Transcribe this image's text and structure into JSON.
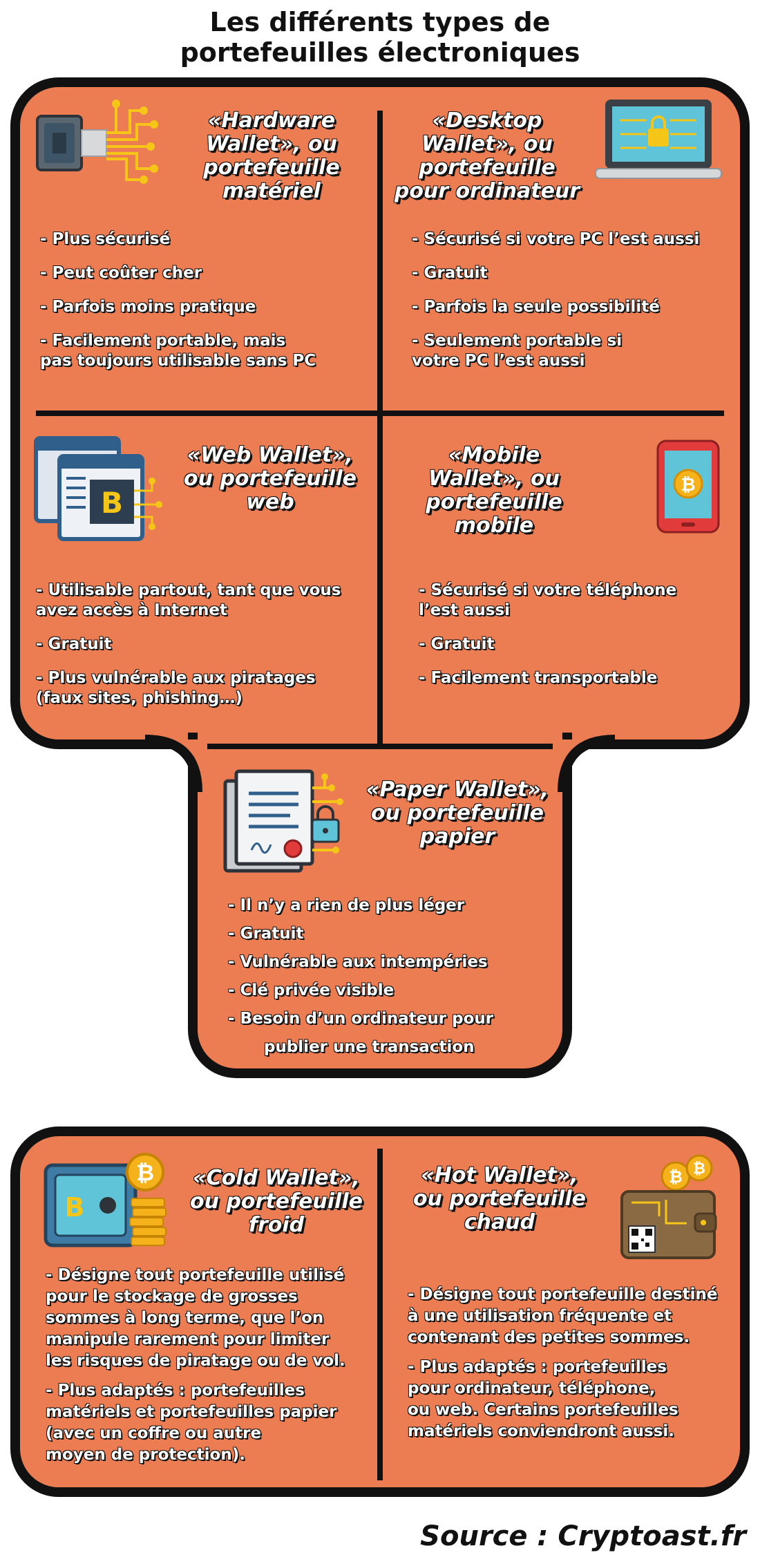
{
  "title": [
    "Les différents types de",
    "portefeuilles électroniques"
  ],
  "colors": {
    "card": "#ec7d52",
    "border": "#111111",
    "text": "#ffffff"
  },
  "sections": {
    "hardware": {
      "icon": "hardware-wallet-chip-icon",
      "heading": [
        "«Hardware",
        "Wallet», ou",
        "portefeuille",
        "matériel"
      ],
      "bullets": [
        [
          "- Plus sécurisé"
        ],
        [
          "- Peut coûter cher"
        ],
        [
          "- Parfois moins pratique"
        ],
        [
          "- Facilement portable, mais",
          "pas toujours utilisable sans PC"
        ]
      ]
    },
    "desktop": {
      "icon": "laptop-lock-icon",
      "heading": [
        "«Desktop",
        "Wallet», ou",
        "portefeuille",
        "pour ordinateur"
      ],
      "bullets": [
        [
          "- Sécurisé si votre PC l’est aussi"
        ],
        [
          "- Gratuit"
        ],
        [
          "- Parfois la seule possibilité"
        ],
        [
          "- Seulement portable si",
          "votre PC l’est aussi"
        ]
      ]
    },
    "web": {
      "icon": "browser-bitcoin-icon",
      "heading": [
        "«Web Wallet»,",
        "ou portefeuille",
        "web"
      ],
      "bullets": [
        [
          "- Utilisable partout, tant que vous",
          "avez accès à Internet"
        ],
        [
          "- Gratuit"
        ],
        [
          "- Plus vulnérable aux piratages",
          "(faux sites, phishing…)"
        ]
      ]
    },
    "mobile": {
      "icon": "smartphone-bitcoin-icon",
      "heading": [
        "«Mobile",
        "Wallet», ou",
        "portefeuille",
        "mobile"
      ],
      "bullets": [
        [
          "- Sécurisé si votre téléphone",
          "l’est aussi"
        ],
        [
          "- Gratuit"
        ],
        [
          "- Facilement transportable"
        ]
      ]
    },
    "paper": {
      "icon": "paper-document-lock-icon",
      "heading": [
        "«Paper Wallet»,",
        "ou portefeuille",
        "papier"
      ],
      "bullets": [
        [
          "- Il n’y a rien de plus léger"
        ],
        [
          "- Gratuit"
        ],
        [
          "- Vulnérable aux intempéries"
        ],
        [
          "- Clé privée visible"
        ],
        [
          "- Besoin d’un ordinateur pour"
        ],
        [
          "publier une transaction"
        ]
      ]
    },
    "cold": {
      "icon": "safe-bitcoin-icon",
      "heading": [
        "«Cold Wallet»,",
        "ou portefeuille",
        "froid"
      ],
      "bullets": [
        [
          "- Désigne tout portefeuille utilisé",
          "pour le stockage de grosses",
          "sommes à long terme, que l’on",
          "manipule rarement pour limiter",
          "les risques de piratage ou de vol."
        ],
        [
          "- Plus adaptés : portefeuilles",
          "matériels et portefeuilles papier",
          "(avec un coffre ou autre",
          "moyen de protection)."
        ]
      ]
    },
    "hot": {
      "icon": "wallet-bitcoin-icon",
      "heading": [
        "«Hot Wallet»,",
        "ou portefeuille",
        "chaud"
      ],
      "bullets": [
        [
          "- Désigne tout portefeuille destiné",
          "à une utilisation fréquente et",
          "contenant des petites sommes."
        ],
        [
          "- Plus adaptés : portefeuilles",
          "pour ordinateur, téléphone,",
          "ou web. Certains portefeuilles",
          "matériels conviendront aussi."
        ]
      ]
    }
  },
  "source": "Source : Cryptoast.fr"
}
